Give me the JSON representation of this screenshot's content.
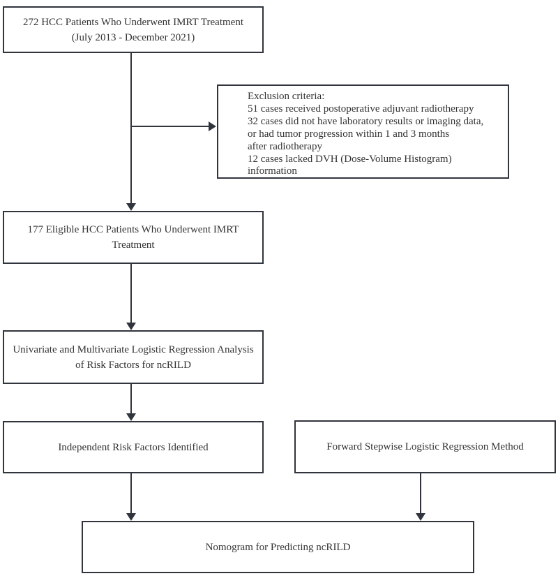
{
  "colors": {
    "border": "#30353d",
    "text": "#333333",
    "background": "#ffffff"
  },
  "boxes": {
    "initial": {
      "line1": "272 HCC Patients Who Underwent IMRT Treatment",
      "line2": "(July 2013 - December 2021)"
    },
    "exclusion": {
      "lines": [
        "Exclusion criteria:",
        "51 cases received postoperative adjuvant radiotherapy",
        "32 cases did not have laboratory results or imaging data,",
        "or had tumor progression within 1 and 3 months",
        "after radiotherapy",
        "12 cases lacked DVH (Dose-Volume Histogram)",
        "information"
      ]
    },
    "eligible": {
      "line1": "177 Eligible HCC Patients Who Underwent IMRT",
      "line2": "Treatment"
    },
    "regression": {
      "line1": "Univariate and Multivariate Logistic Regression Analysis",
      "line2": "of Risk Factors for ncRILD"
    },
    "risk_factors": {
      "label": "Independent Risk Factors Identified"
    },
    "stepwise": {
      "label": "Forward Stepwise Logistic Regression Method"
    },
    "nomogram": {
      "label": "Nomogram for Predicting ncRILD"
    }
  }
}
